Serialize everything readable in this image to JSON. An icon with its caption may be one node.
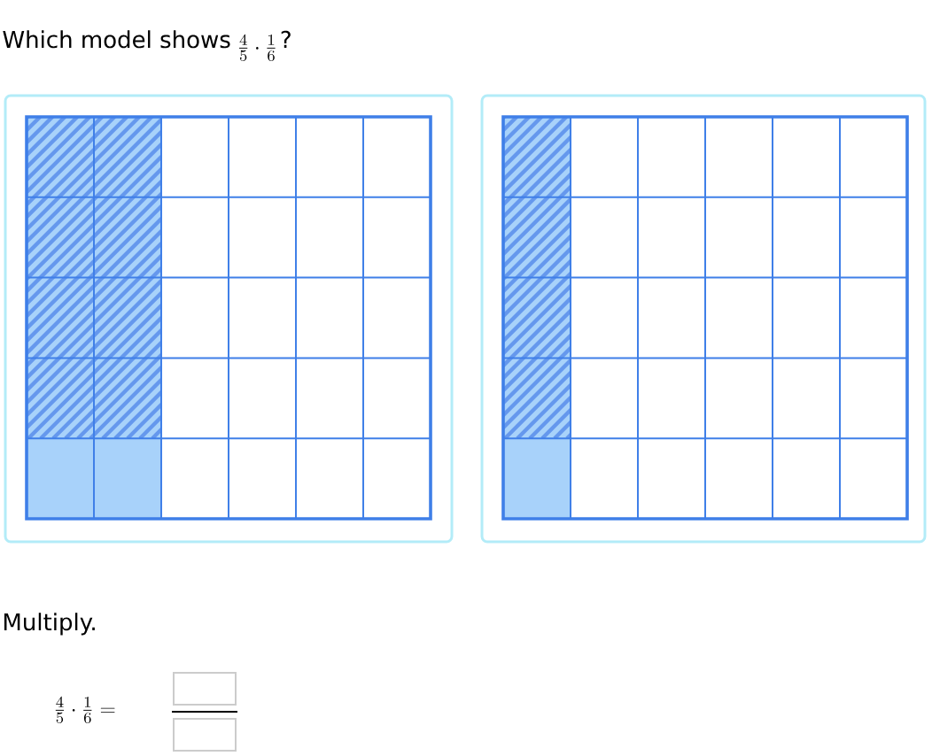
{
  "diagram": {
    "title": "Which model shows",
    "nodes": [
      {
        "text": [],
        "shape": "box"
      },
      {
        "text": [],
        "shape": "box"
      }
    ],
    "labels": [
      "\\frac{4}{5}\\cdot\\frac{1}{6}",
      "?",
      "Multiply.",
      "\\frac{4}{5}\\cdot\\frac{1}{6} ="
    ]
  }
}
